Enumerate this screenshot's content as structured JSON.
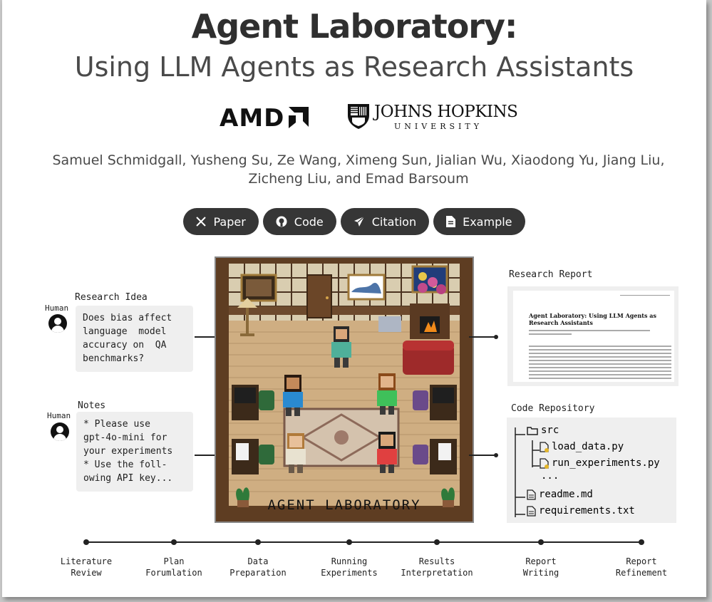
{
  "header": {
    "title": "Agent Laboratory:",
    "subtitle": "Using LLM Agents as Research Assistants"
  },
  "logos": {
    "amd": "AMD",
    "jhu_name": "JOHNS HOPKINS",
    "jhu_sub": "UNIVERSITY"
  },
  "authors": {
    "line1": "Samuel Schmidgall, Yusheng Su, Ze Wang, Ximeng Sun, Jialian Wu, Xiaodong Yu, Jiang Liu,",
    "line2": "Zicheng Liu, and Emad Barsoum"
  },
  "buttons": [
    {
      "label": "Paper",
      "icon": "x-logo-icon"
    },
    {
      "label": "Code",
      "icon": "github-icon"
    },
    {
      "label": "Citation",
      "icon": "paper-plane-icon"
    },
    {
      "label": "Example",
      "icon": "document-icon"
    }
  ],
  "left": {
    "idea_title": "Research Idea",
    "idea_human": "Human",
    "idea_text": "Does bias affect\nlanguage  model\naccuracy on  QA\nbenchmarks?",
    "notes_title": "Notes",
    "notes_human": "Human",
    "notes_text": "* Please use\ngpt-4o-mini for\nyour experiments\n* Use the foll-\nowing API key..."
  },
  "lab": {
    "sign": "AGENT LABORATORY"
  },
  "right": {
    "report_title": "Research Report",
    "paper_title": "Agent Laboratory: Using LLM Agents as Research Assistants",
    "code_title": "Code Repository",
    "tree": [
      "src",
      "load_data.py",
      "run_experiments.py",
      "...",
      "readme.md",
      "requirements.txt"
    ]
  },
  "timeline": [
    "Literature\nReview",
    "Plan\nForumlation",
    "Data\nPreparation",
    "Running\nExperiments",
    "Results\nInterpretation",
    "Report\nWriting",
    "Report\nRefinement"
  ]
}
